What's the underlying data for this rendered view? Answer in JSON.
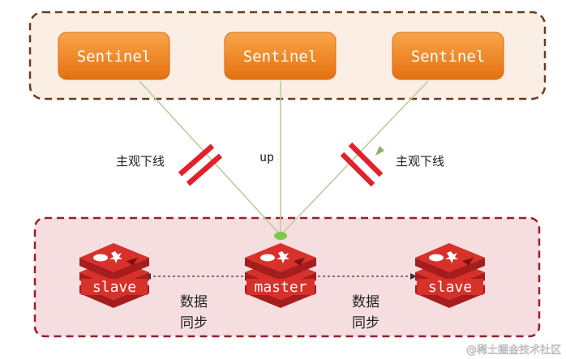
{
  "sentinels": [
    {
      "label": "Sentinel"
    },
    {
      "label": "Sentinel"
    },
    {
      "label": "Sentinel"
    }
  ],
  "edge_labels": {
    "left": "主观下线",
    "middle": "up",
    "right": "主观下线"
  },
  "nodes": {
    "left": "slave",
    "center": "master",
    "right": "slave"
  },
  "sync_labels": {
    "left": [
      "数据",
      "同步"
    ],
    "right": [
      "数据",
      "同步"
    ]
  },
  "watermark": "@稀土掘金技术社区",
  "colors": {
    "sentinel_fill": "#f0801c",
    "sentinel_box": "#fbeee4",
    "sentinel_box_border": "#6b3a1e",
    "node_box": "#f6dde0",
    "node_box_border": "#9c1c2c",
    "redis_red": "#d8302a",
    "strike_red": "#e2212b",
    "edge_line": "#b9cf9a",
    "dot_green": "#7ec850"
  },
  "icons": {
    "node": "redis-logo-icon",
    "strike": "double-slash-marker-icon",
    "arrow": "arrow-icon"
  }
}
